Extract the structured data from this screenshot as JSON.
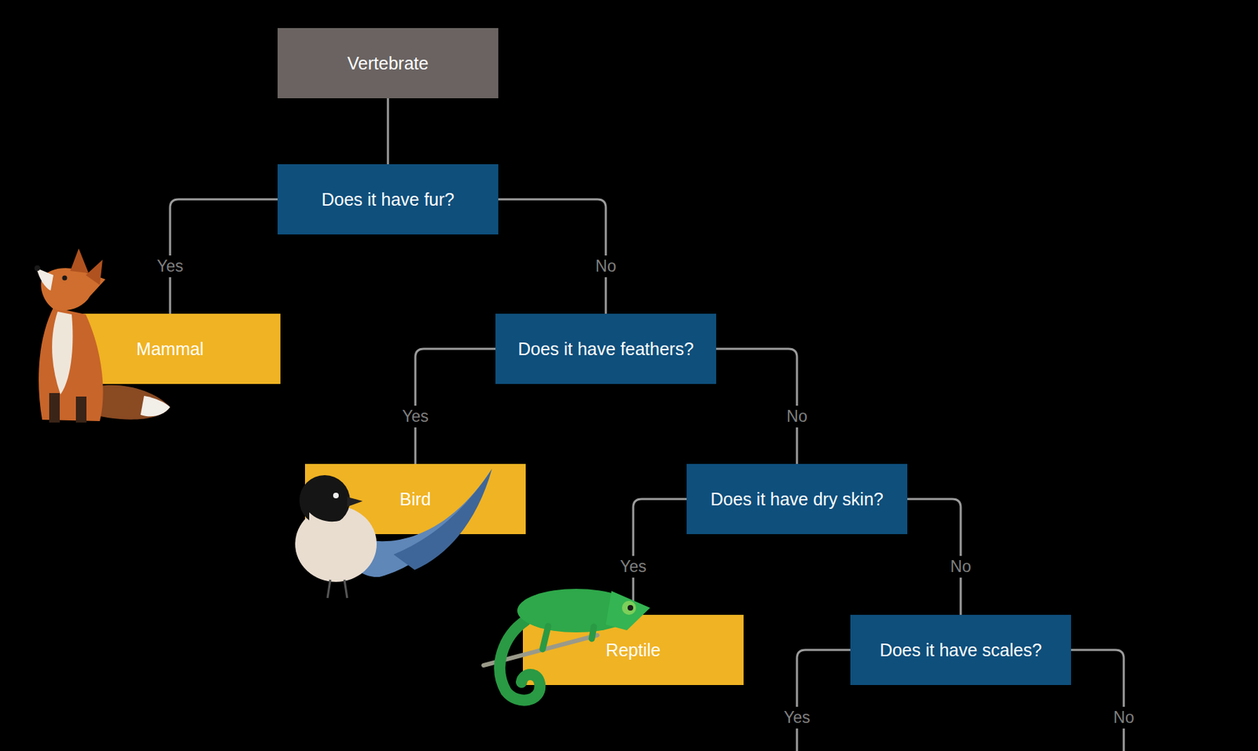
{
  "diagram": {
    "nodes": [
      {
        "text": [
          "Vertebrate"
        ]
      },
      {
        "text": [
          "Does it have fur?"
        ]
      },
      {
        "text": [
          "Mammal"
        ]
      },
      {
        "text": [
          "Does it have feathers?"
        ]
      },
      {
        "text": [
          "Bird"
        ]
      },
      {
        "text": [
          "Does it have dry skin?"
        ]
      },
      {
        "text": [
          "Reptile"
        ]
      },
      {
        "text": [
          "Does it have scales?"
        ]
      }
    ],
    "edges": [
      {
        "from": 0,
        "to": 1,
        "arrow": "none"
      },
      {
        "from": 1,
        "to": 2,
        "label": "Yes",
        "arrow": "none"
      },
      {
        "from": 1,
        "to": 3,
        "label": "No",
        "arrow": "none"
      },
      {
        "from": 3,
        "to": 4,
        "label": "Yes",
        "arrow": "none"
      },
      {
        "from": 3,
        "to": 5,
        "label": "No",
        "arrow": "none"
      },
      {
        "from": 5,
        "to": 6,
        "label": "Yes",
        "arrow": "none"
      },
      {
        "from": 5,
        "to": 7,
        "label": "No",
        "arrow": "none"
      }
    ],
    "labels": [
      "Yes",
      "No"
    ]
  }
}
